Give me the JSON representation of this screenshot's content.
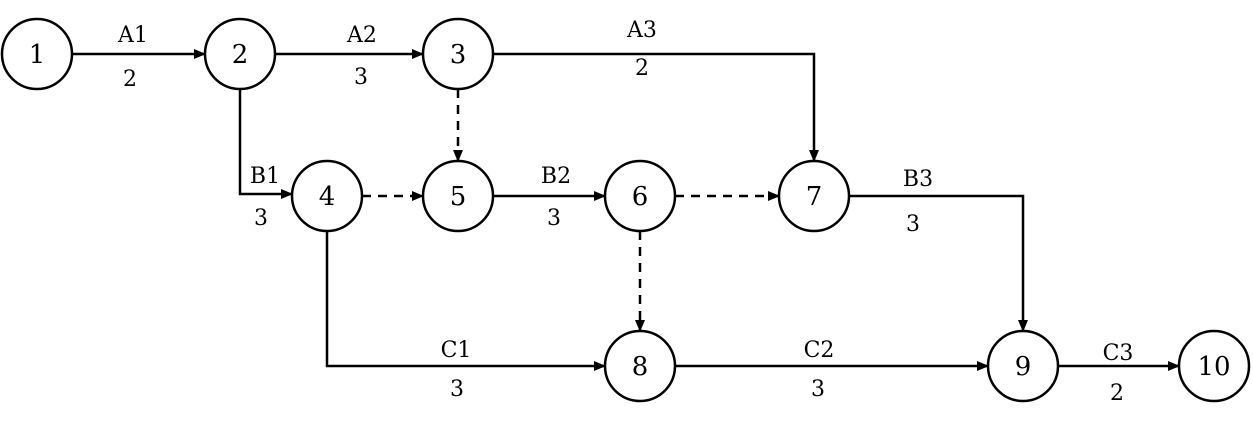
{
  "diagram": {
    "type": "activity-network",
    "stroke_color": "#000000",
    "background": "#ffffff",
    "nodes": [
      {
        "id": "1",
        "label": "1"
      },
      {
        "id": "2",
        "label": "2"
      },
      {
        "id": "3",
        "label": "3"
      },
      {
        "id": "4",
        "label": "4"
      },
      {
        "id": "5",
        "label": "5"
      },
      {
        "id": "6",
        "label": "6"
      },
      {
        "id": "7",
        "label": "7"
      },
      {
        "id": "8",
        "label": "8"
      },
      {
        "id": "9",
        "label": "9"
      },
      {
        "id": "10",
        "label": "10"
      }
    ],
    "activities": [
      {
        "from": "1",
        "to": "2",
        "name": "A1",
        "duration": "2",
        "dummy": false
      },
      {
        "from": "2",
        "to": "3",
        "name": "A2",
        "duration": "3",
        "dummy": false
      },
      {
        "from": "3",
        "to": "7",
        "name": "A3",
        "duration": "2",
        "dummy": false
      },
      {
        "from": "2",
        "to": "4",
        "name": "B1",
        "duration": "3",
        "dummy": false
      },
      {
        "from": "5",
        "to": "6",
        "name": "B2",
        "duration": "3",
        "dummy": false
      },
      {
        "from": "7",
        "to": "9",
        "name": "B3",
        "duration": "3",
        "dummy": false
      },
      {
        "from": "4",
        "to": "8",
        "name": "C1",
        "duration": "3",
        "dummy": false
      },
      {
        "from": "8",
        "to": "9",
        "name": "C2",
        "duration": "3",
        "dummy": false
      },
      {
        "from": "9",
        "to": "10",
        "name": "C3",
        "duration": "2",
        "dummy": false
      },
      {
        "from": "3",
        "to": "5",
        "name": "",
        "duration": "",
        "dummy": true
      },
      {
        "from": "4",
        "to": "5",
        "name": "",
        "duration": "",
        "dummy": true
      },
      {
        "from": "6",
        "to": "7",
        "name": "",
        "duration": "",
        "dummy": true
      },
      {
        "from": "6",
        "to": "8",
        "name": "",
        "duration": "",
        "dummy": true
      }
    ]
  }
}
